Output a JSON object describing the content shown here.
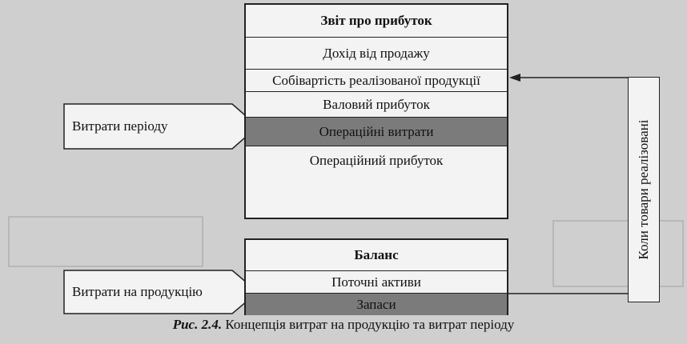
{
  "income_statement": {
    "title": "Звіт про прибуток",
    "rows": [
      "Дохід від продажу",
      "Собівартість реалізованої продукції",
      "Валовий прибуток",
      "Операційні витрати",
      "Операційний прибуток"
    ]
  },
  "balance_sheet": {
    "title": "Баланс",
    "rows": [
      "Поточні активи",
      "Запаси"
    ]
  },
  "callouts": {
    "period_costs": "Витрати періоду",
    "product_costs": "Витрати на продукцію"
  },
  "side_label": "Коли товари реалізовані",
  "caption": {
    "prefix": "Рис. 2.4.",
    "text": " Концепція витрат на продукцію та витрат періоду"
  },
  "colors": {
    "dark_fill": "#7b7b7b",
    "light_fill": "#f3f3f3",
    "page_bg": "#cfcfcf"
  }
}
